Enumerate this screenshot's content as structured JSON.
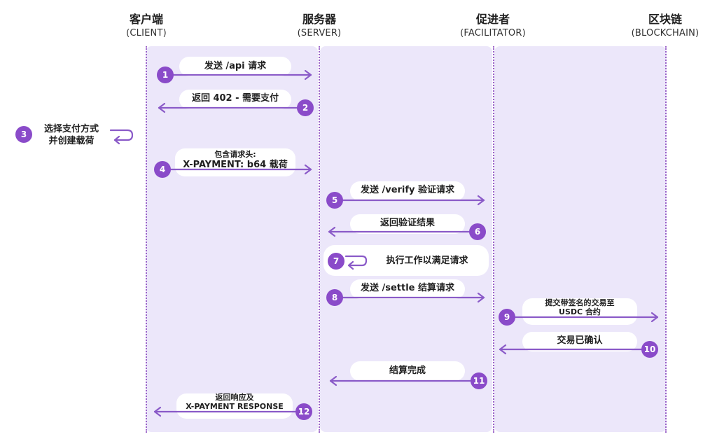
{
  "actors": [
    {
      "zh": "客户端",
      "en": "(CLIENT)"
    },
    {
      "zh": "服务器",
      "en": "(SERVER)"
    },
    {
      "zh": "促进者",
      "en": "(FACILITATOR)"
    },
    {
      "zh": "区块链",
      "en": "(BLOCKCHAIN)"
    }
  ],
  "steps": [
    {
      "num": "1",
      "label": "发送 /api 请求"
    },
    {
      "num": "2",
      "label": "返回 402 - 需要支付"
    },
    {
      "num": "3",
      "line1": "选择支付方式",
      "line2": "并创建载荷"
    },
    {
      "num": "4",
      "line1": "包含请求头:",
      "line2": "X-PAYMENT: b64 载荷"
    },
    {
      "num": "5",
      "label": "发送 /verify 验证请求"
    },
    {
      "num": "6",
      "label": "返回验证结果"
    },
    {
      "num": "7",
      "label": "执行工作以满足请求"
    },
    {
      "num": "8",
      "label": "发送 /settle 结算请求"
    },
    {
      "num": "9",
      "line1": "提交带签名的交易至",
      "line2": "USDC 合约"
    },
    {
      "num": "10",
      "label": "交易已确认"
    },
    {
      "num": "11",
      "label": "结算完成"
    },
    {
      "num": "12",
      "line1": "返回响应及",
      "line2": "X-PAYMENT RESPONSE"
    }
  ],
  "colors": {
    "lane": "#ece7fa",
    "accent": "#8a4bc9",
    "arrow": "#8a5ac8"
  }
}
